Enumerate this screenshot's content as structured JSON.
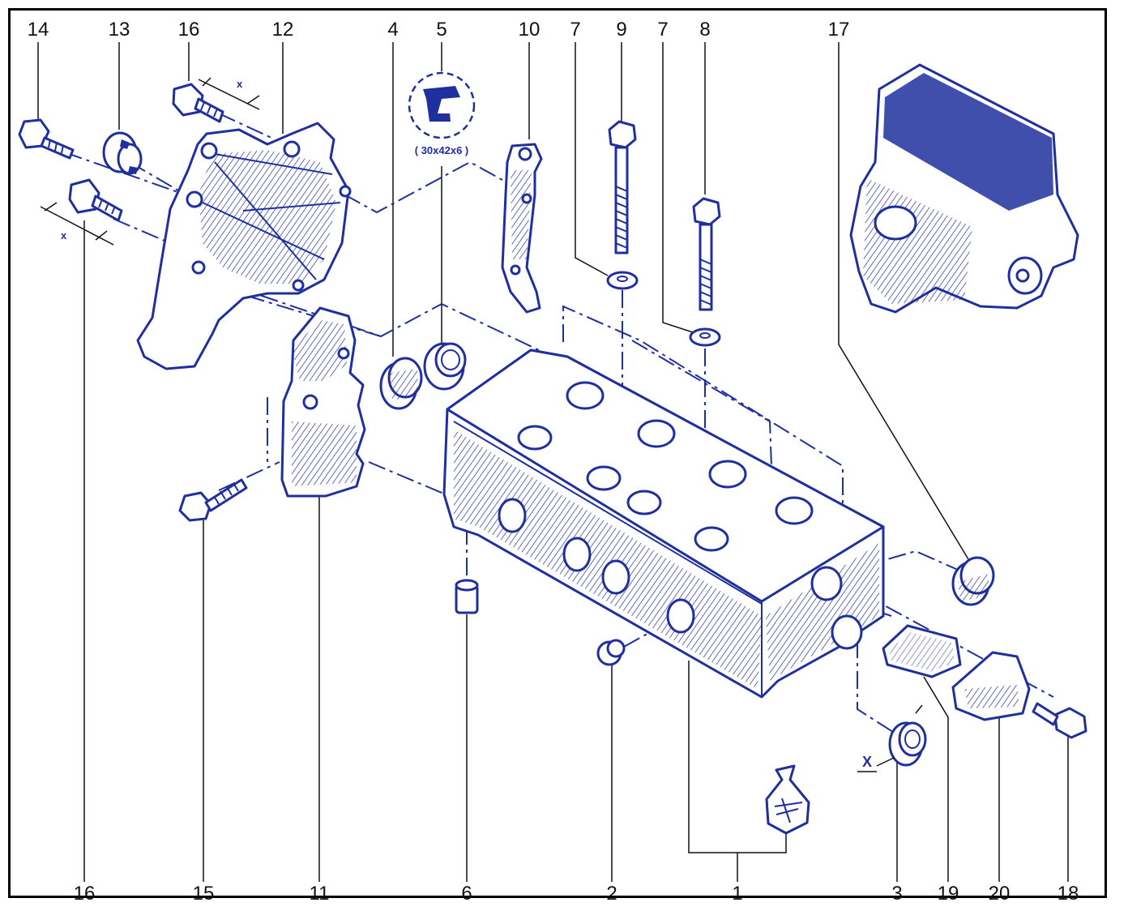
{
  "callouts": {
    "top": [
      "14",
      "13",
      "16",
      "12",
      "4",
      "5",
      "10",
      "7",
      "9",
      "7",
      "8",
      "17"
    ],
    "bottom": [
      "16",
      "15",
      "11",
      "6",
      "2",
      "1",
      "3",
      "19",
      "20",
      "18"
    ]
  },
  "seal_spec": "( 30x42x6 )",
  "dimension_marks": {
    "small_x_1": "x",
    "small_x_2": "x",
    "big_x": "X"
  },
  "colors": {
    "line": "#1f2f9e",
    "frame": "#000000",
    "text": "#111111"
  }
}
